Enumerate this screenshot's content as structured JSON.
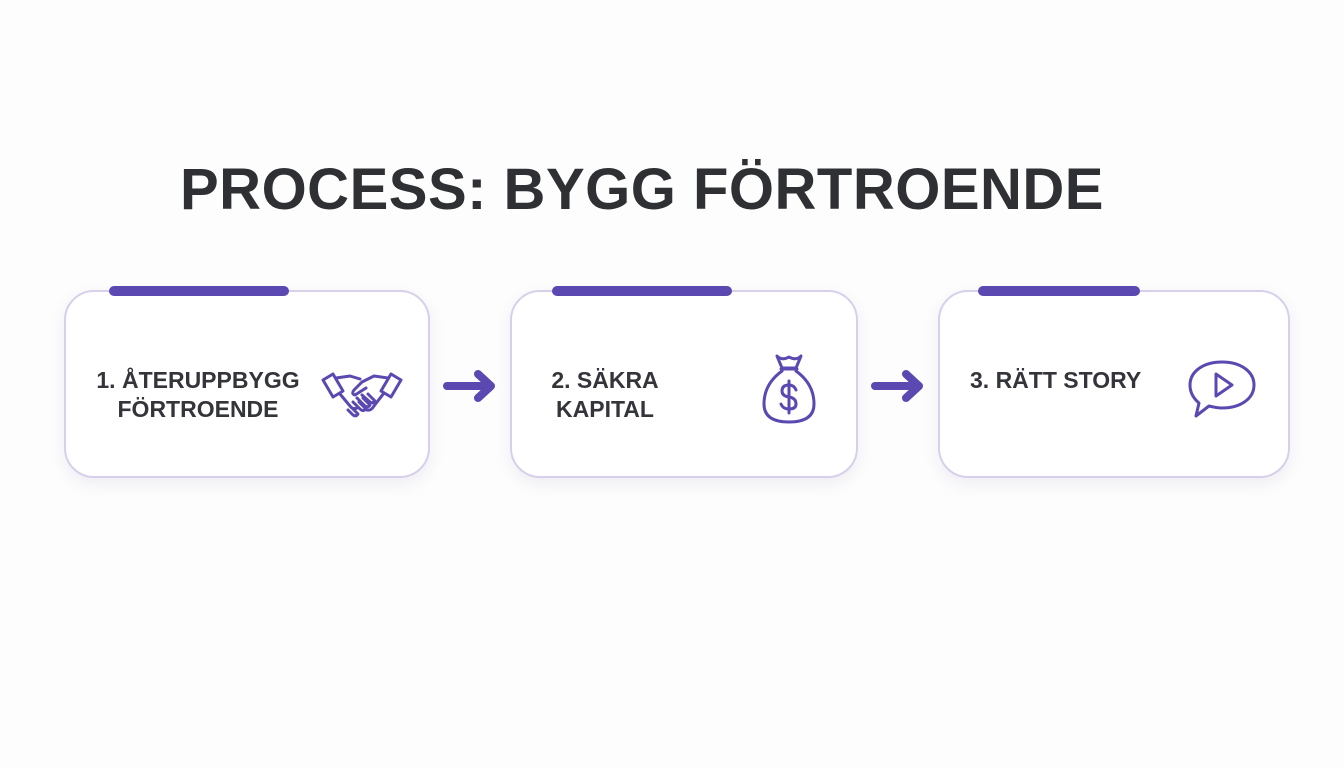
{
  "title": "PROCESS: BYGG FÖRTROENDE",
  "steps": [
    {
      "line1": "1. ÅTERUPPBYGG",
      "line2": "FÖRTROENDE",
      "icon": "handshake-icon"
    },
    {
      "line1": "2. SÄKRA",
      "line2": "KAPITAL",
      "icon": "money-bag-icon"
    },
    {
      "line1": "3. RÄTT STORY",
      "line2": "",
      "icon": "video-chat-icon"
    }
  ],
  "colors": {
    "accent": "#5b48b1",
    "card_border": "#d8d0ea",
    "text": "#2f3033",
    "background": "#fdfdfd"
  }
}
